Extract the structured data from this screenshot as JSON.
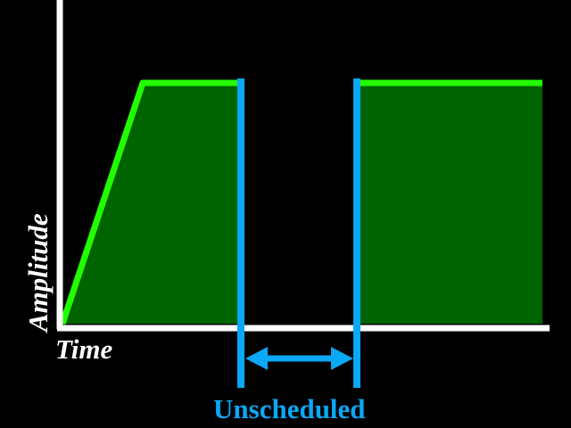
{
  "labels": {
    "x_axis": "Time",
    "y_axis": "Amplitude",
    "gap": "Unscheduled"
  },
  "colors": {
    "background": "#000000",
    "axis": "#ffffff",
    "signal_line": "#22ff00",
    "signal_fill": "#006400",
    "marker": "#0aa8f5",
    "gap_label": "#0aa8f5"
  }
}
